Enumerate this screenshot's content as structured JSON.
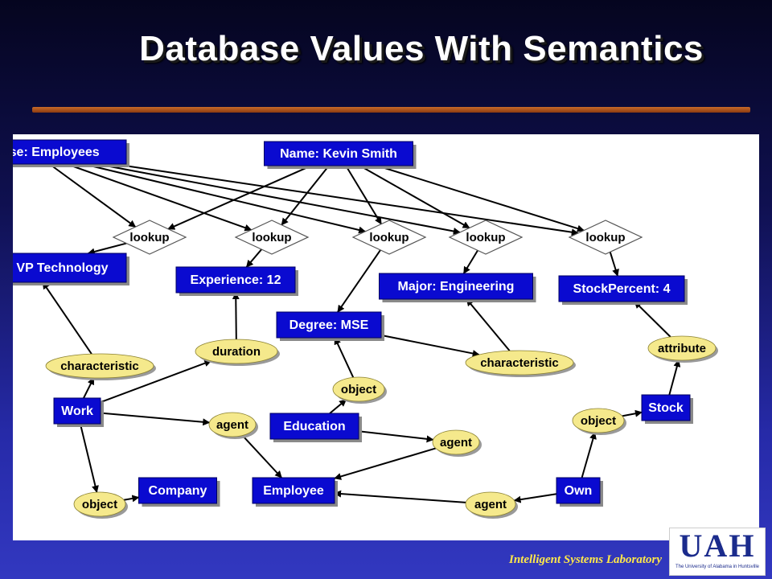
{
  "slide": {
    "title": "Database Values With Semantics",
    "footer": "Intelligent Systems Laboratory",
    "logo": {
      "text": "UAH",
      "subtitle": "The University of Alabama in Huntsville"
    }
  },
  "colors": {
    "box_fill": "#0a0ad0",
    "box_text": "#ffffff",
    "oval_fill": "#f5e98c",
    "diamond_fill": "#ffffff"
  },
  "diagram": {
    "boxes": [
      {
        "id": "db",
        "label": "Database: Employees"
      },
      {
        "id": "name",
        "label": "Name: Kevin Smith"
      },
      {
        "id": "position",
        "label": "Position: VP Technology"
      },
      {
        "id": "experience",
        "label": "Experience: 12"
      },
      {
        "id": "degree",
        "label": "Degree: MSE"
      },
      {
        "id": "major",
        "label": "Major: Engineering"
      },
      {
        "id": "stock_percent",
        "label": "StockPercent: 4"
      },
      {
        "id": "work",
        "label": "Work"
      },
      {
        "id": "education",
        "label": "Education"
      },
      {
        "id": "stock",
        "label": "Stock"
      },
      {
        "id": "company",
        "label": "Company"
      },
      {
        "id": "employee",
        "label": "Employee"
      },
      {
        "id": "own",
        "label": "Own"
      }
    ],
    "diamonds": [
      {
        "id": "lk1",
        "label": "lookup"
      },
      {
        "id": "lk2",
        "label": "lookup"
      },
      {
        "id": "lk3",
        "label": "lookup"
      },
      {
        "id": "lk4",
        "label": "lookup"
      },
      {
        "id": "lk5",
        "label": "lookup"
      }
    ],
    "ovals": [
      {
        "id": "char1",
        "label": "characteristic"
      },
      {
        "id": "duration",
        "label": "duration"
      },
      {
        "id": "obj_edu",
        "label": "object"
      },
      {
        "id": "char2",
        "label": "characteristic"
      },
      {
        "id": "attribute",
        "label": "attribute"
      },
      {
        "id": "agent_work",
        "label": "agent"
      },
      {
        "id": "agent_edu",
        "label": "agent"
      },
      {
        "id": "obj_stock",
        "label": "object"
      },
      {
        "id": "obj_work",
        "label": "object"
      },
      {
        "id": "agent_own",
        "label": "agent"
      }
    ],
    "edges": [
      [
        "db",
        "lk1"
      ],
      [
        "db",
        "lk2"
      ],
      [
        "db",
        "lk3"
      ],
      [
        "db",
        "lk4"
      ],
      [
        "db",
        "lk5"
      ],
      [
        "name",
        "lk1"
      ],
      [
        "name",
        "lk2"
      ],
      [
        "name",
        "lk3"
      ],
      [
        "name",
        "lk4"
      ],
      [
        "name",
        "lk5"
      ],
      [
        "lk1",
        "position"
      ],
      [
        "lk2",
        "experience"
      ],
      [
        "lk3",
        "degree"
      ],
      [
        "lk4",
        "major"
      ],
      [
        "lk5",
        "stock_percent"
      ],
      [
        "char1",
        "position"
      ],
      [
        "duration",
        "experience"
      ],
      [
        "obj_edu",
        "degree"
      ],
      [
        "degree",
        "char2"
      ],
      [
        "char2",
        "major"
      ],
      [
        "attribute",
        "stock_percent"
      ],
      [
        "work",
        "char1"
      ],
      [
        "work",
        "duration"
      ],
      [
        "work",
        "agent_work"
      ],
      [
        "work",
        "obj_work"
      ],
      [
        "education",
        "obj_edu"
      ],
      [
        "education",
        "agent_edu"
      ],
      [
        "stock",
        "attribute"
      ],
      [
        "obj_stock",
        "stock"
      ],
      [
        "own",
        "obj_stock"
      ],
      [
        "obj_work",
        "company"
      ],
      [
        "agent_work",
        "employee"
      ],
      [
        "agent_edu",
        "employee"
      ],
      [
        "own",
        "agent_own"
      ],
      [
        "agent_own",
        "employee"
      ]
    ]
  }
}
